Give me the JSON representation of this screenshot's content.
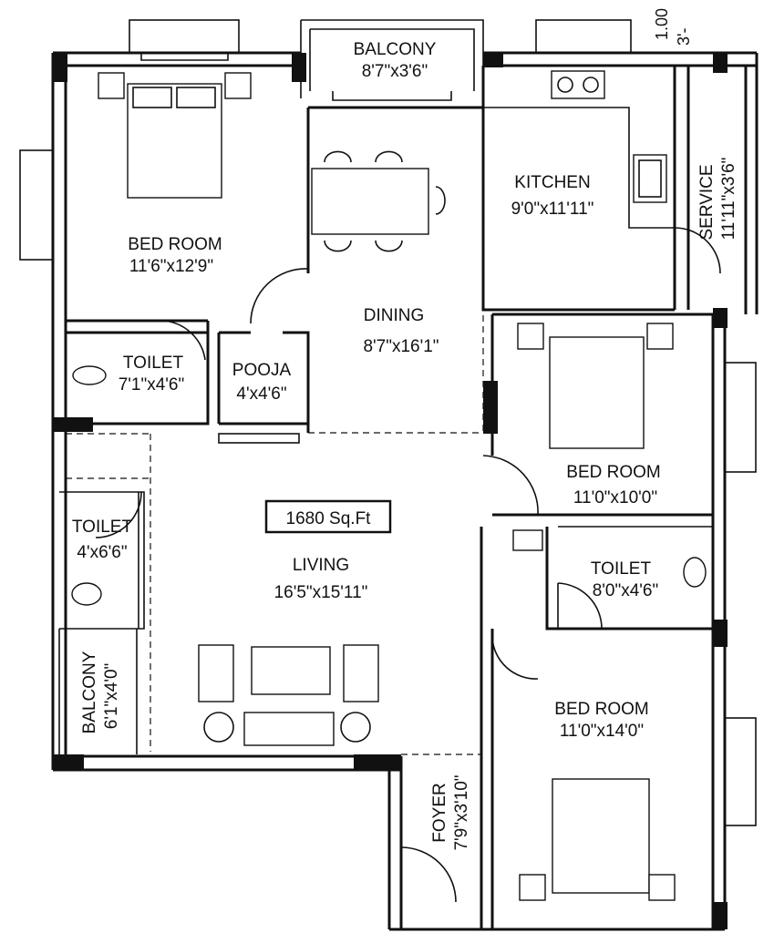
{
  "area_label": "1680 Sq.Ft",
  "top_dimension": {
    "a": "1.00",
    "b": "3'-"
  },
  "rooms": {
    "balcony_top": {
      "name": "BALCONY",
      "size": "8'7\"x3'6\""
    },
    "kitchen": {
      "name": "KITCHEN",
      "size": "9'0\"x11'11\""
    },
    "service": {
      "name": "SERVICE",
      "size": "11'11\"x3'6\""
    },
    "bedroom_1": {
      "name": "BED ROOM",
      "size": "11'6\"x12'9\""
    },
    "dining": {
      "name": "DINING",
      "size": "8'7\"x16'1\""
    },
    "toilet_1": {
      "name": "TOILET",
      "size": "7'1\"x4'6\""
    },
    "pooja": {
      "name": "POOJA",
      "size": "4'x4'6\""
    },
    "bedroom_2": {
      "name": "BED ROOM",
      "size": "11'0\"x10'0\""
    },
    "toilet_2": {
      "name": "TOILET",
      "size": "4'x6'6\""
    },
    "living": {
      "name": "LIVING",
      "size": "16'5\"x15'11\""
    },
    "toilet_3": {
      "name": "TOILET",
      "size": "8'0\"x4'6\""
    },
    "bedroom_3": {
      "name": "BED ROOM",
      "size": "11'0\"x14'0\""
    },
    "balcony_left": {
      "name": "BALCONY",
      "size": "6'1\"x4'0\""
    },
    "foyer": {
      "name": "FOYER",
      "size": "7'9\"x3'10\""
    }
  }
}
